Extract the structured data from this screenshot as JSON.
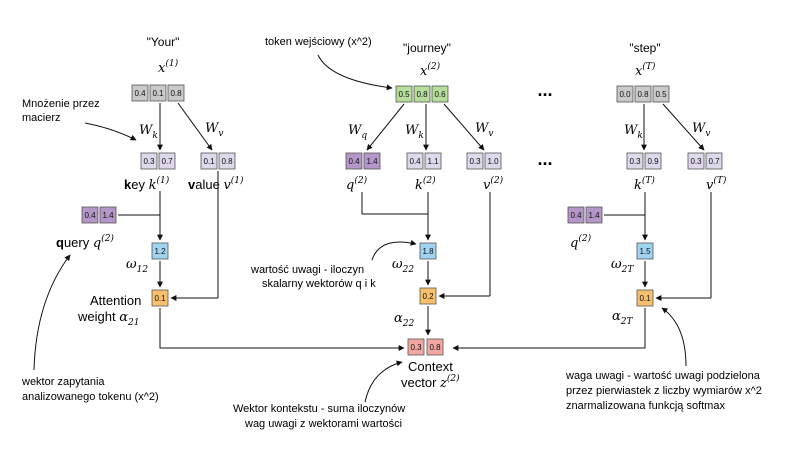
{
  "colors": {
    "gray": "#c9c9c9",
    "green": "#b7dd9a",
    "light_purple": "#ddd8ea",
    "purple": "#b497c8",
    "blue": "#9fd3ef",
    "orange": "#f6c06d",
    "pink": "#f2a7a3"
  },
  "columns": {
    "your": {
      "word": "\"Your\"",
      "x_base": "x",
      "x_sup": "(1)",
      "x_vals": [
        "0.4",
        "0.1",
        "0.8"
      ],
      "Wk": "W",
      "Wk_sub": "k",
      "Wv": "W",
      "Wv_sub": "v",
      "k_vals": [
        "0.3",
        "0.7"
      ],
      "v_vals": [
        "0.1",
        "0.8"
      ],
      "key_bold": "k",
      "key_rest": "ey ",
      "k_sym": "k",
      "k_sup": "(1)",
      "value_bold": "v",
      "value_rest": "alue ",
      "v_sym": "v",
      "v_sup": "(1)",
      "q_vals": [
        "0.4",
        "1.4"
      ],
      "query_bold": "q",
      "query_rest": "uery ",
      "q_sym": "q",
      "q_sup": "(2)",
      "omega_val": "1.2",
      "omega": "ω",
      "omega_sub": "12",
      "alpha_val": "0.1",
      "attn_line1": "Attention",
      "attn_line2": "weight ",
      "alpha": "α",
      "alpha_sub": "21"
    },
    "journey": {
      "word": "\"journey\"",
      "x_base": "x",
      "x_sup": "(2)",
      "x_vals": [
        "0.5",
        "0.8",
        "0.6"
      ],
      "Wq": "W",
      "Wq_sub": "q",
      "Wk": "W",
      "Wk_sub": "k",
      "Wv": "W",
      "Wv_sub": "v",
      "q_vals": [
        "0.4",
        "1.4"
      ],
      "k_vals": [
        "0.4",
        "1.1"
      ],
      "v_vals": [
        "0.3",
        "1.0"
      ],
      "q_sym": "q",
      "q_sup": "(2)",
      "k_sym": "k",
      "k_sup": "(2)",
      "v_sym": "v",
      "v_sup": "(2)",
      "omega_val": "1.8",
      "omega": "ω",
      "omega_sub": "22",
      "alpha_val": "0.2",
      "alpha": "α",
      "alpha_sub": "22"
    },
    "step": {
      "word": "\"step\"",
      "x_base": "x",
      "x_sup": "(T)",
      "x_vals": [
        "0.0",
        "0.8",
        "0.5"
      ],
      "Wk": "W",
      "Wk_sub": "k",
      "Wv": "W",
      "Wv_sub": "v",
      "k_vals": [
        "0.3",
        "0.9"
      ],
      "v_vals": [
        "0.3",
        "0.7"
      ],
      "k_sym": "k",
      "k_sup": "(T)",
      "v_sym": "v",
      "v_sup": "(T)",
      "q_vals": [
        "0.4",
        "1.4"
      ],
      "q_sym": "q",
      "q_sup": "(2)",
      "omega_val": "1.5",
      "omega": "ω",
      "omega_sub": "2T",
      "alpha_val": "0.1",
      "alpha": "α",
      "alpha_sub": "2T"
    }
  },
  "ellipsis": "...",
  "context": {
    "vals": [
      "0.3",
      "0.8"
    ],
    "line1": "Context",
    "line2": "vector ",
    "z_sym": "z",
    "z_sup": "(2)"
  },
  "annotations": {
    "token_input": "token wejściowy (x^2)",
    "matrix_mult": [
      "Mnożenie przez",
      "macierz"
    ],
    "attention_value": [
      "wartość uwagi - iloczyn",
      "skalarny wektorów q i k"
    ],
    "query_vector": [
      "wektor zapytania",
      "analizowanego tokenu (x^2)"
    ],
    "context_vector": [
      "Wektor kontekstu - suma iloczynów",
      "wag uwagi z wektorami wartości"
    ],
    "attention_weight": [
      "waga uwagi - wartość uwagi podzielona",
      "przez pierwiastek z liczby wymiarów x^2",
      "znarmalizowana funkcją softmax"
    ]
  }
}
